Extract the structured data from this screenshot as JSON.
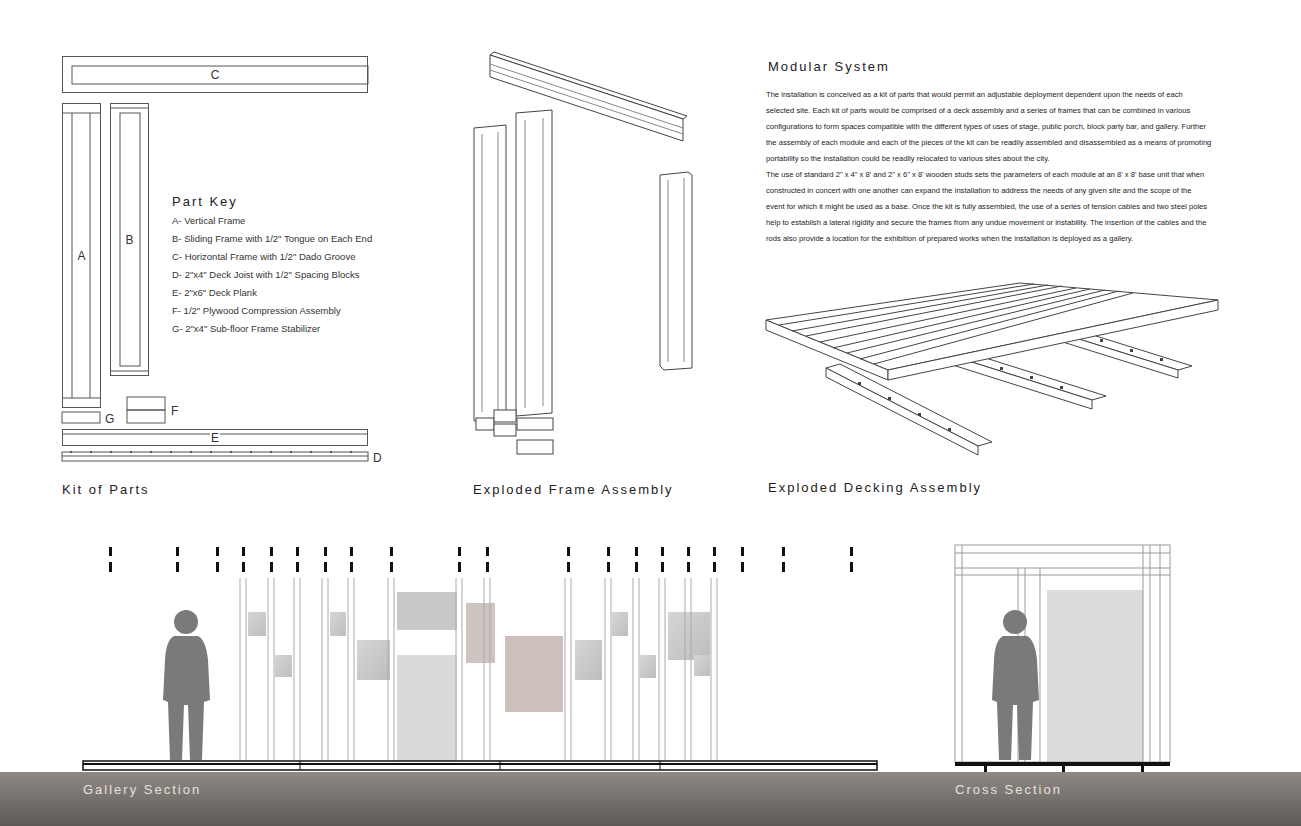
{
  "diagram": {
    "nodes": [
      {
        "text": [
          "C"
        ]
      },
      {
        "text": [
          "A"
        ]
      },
      {
        "text": [
          "B"
        ]
      },
      {
        "text": [
          "E"
        ]
      }
    ],
    "labels": [
      "Part Key",
      "A- Vertical Frame",
      "B- Sliding Frame with 1/2\" Tongue on Each End",
      "C- Horizontal Frame with 1/2\" Dado Groove",
      "D- 2\"x4\" Deck Joist with 1/2\" Spacing Blocks",
      "E- 2\"x6\" Deck Plank",
      "F- 1/2\" Plywood Compression Assembly",
      "G- 2\"x4\" Sub-floor Frame Stabilizer",
      "G",
      "F",
      "D",
      "Kit of Parts",
      "Exploded Frame Assembly",
      "Modular System",
      "The installation is conceived as a kit of parts that would permit an adjustable deployment dependent upon the needs of each selected site. Each kit of parts would be comprised of a deck assembly and a series of frames that can be combined in various configurations to form spaces compatible with the different types of uses of stage, public porch, block party bar, and gallery. Further the assembly of each module and each of the pieces of the kit can be readily assembled and disassembled as a means of promoting portability so the installation could be readily relocated to various sites about the city.",
      "The use of standard 2\" x 4\" x 8' and 2\" x 6\" x 8' wooden studs sets the parameters of each module at an 8' x 8' base unit that when constructed in concert with one another can expand the installation to address the needs of any given site and the scope of the event for which it might be used as a base. Once the kit is fully assembled, the use of a series of tension cables and two steel poles help to establish a lateral rigidity and secure the frames from any undue movement or instability. The insertion of the cables and the rods also provide a location for the exhibition of prepared works when the installation is deployed as a gallery.",
      "Exploded Decking Assembly",
      "Gallery Section",
      "Cross Section"
    ]
  }
}
